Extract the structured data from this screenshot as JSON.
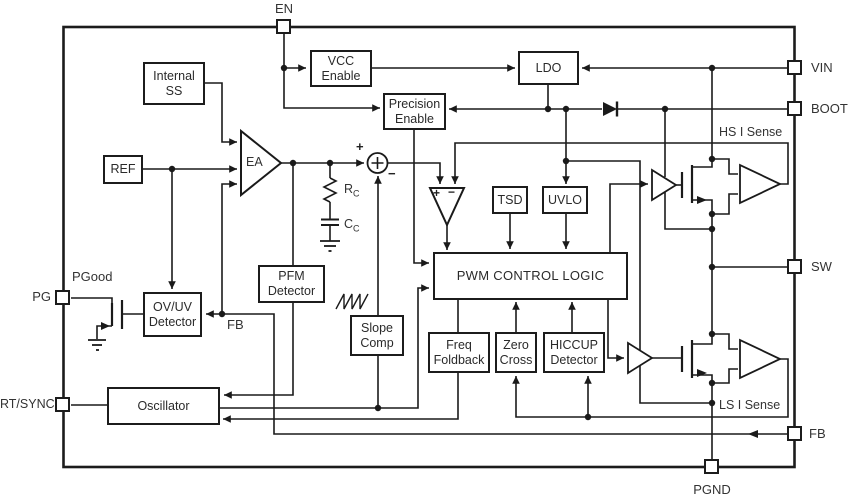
{
  "diagram": {
    "pins": {
      "en": "EN",
      "vin": "VIN",
      "boot": "BOOT",
      "sw": "SW",
      "fb": "FB",
      "pgnd": "PGND",
      "pg": "PG",
      "rt_sync": "RT/SYNC"
    },
    "blocks": {
      "internal_ss": "Internal\nSS",
      "ref": "REF",
      "vcc_enable": "VCC\nEnable",
      "precision_enable": "Precision\nEnable",
      "ldo": "LDO",
      "tsd": "TSD",
      "uvlo": "UVLO",
      "pwm": "PWM CONTROL LOGIC",
      "pfm": "PFM\nDetector",
      "ov_uv": "OV/UV\nDetector",
      "slope_comp": "Slope\nComp",
      "freq_foldback": "Freq\nFoldback",
      "zero_cross": "Zero\nCross",
      "hiccup": "HICCUP\nDetector",
      "oscillator": "Oscillator"
    },
    "labels": {
      "pgood": "PGood",
      "fb_node": "FB",
      "hs_i_sense": "HS I Sense",
      "ls_i_sense": "LS I Sense",
      "ea": "EA",
      "rc_main": "R",
      "rc_sub": "C",
      "cc_main": "C",
      "cc_sub": "C",
      "sum_plus": "+",
      "sum_minus": "−",
      "comp_plus": "+",
      "comp_minus": "−"
    },
    "colors": {
      "line": "#1a1a1a",
      "background": "#ffffff"
    }
  }
}
